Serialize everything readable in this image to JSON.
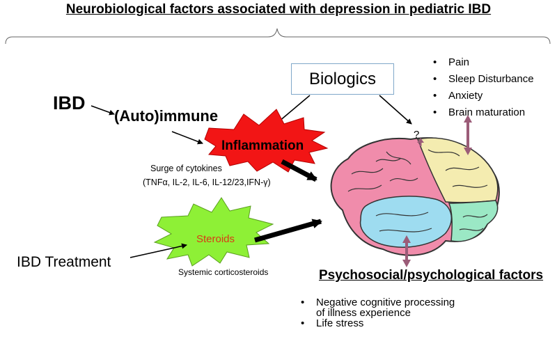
{
  "title": "Neurobiological factors associated with depression in pediatric IBD",
  "biologics": "Biologics",
  "ibd": "IBD",
  "autoimmune": "(Auto)immune",
  "inflammation": "Inflammation",
  "surge": "Surge of cytokines",
  "cytokines": "(TNFα, IL-2, IL-6, IL-12/23,IFN-γ)",
  "steroids": "Steroids",
  "ibd_treatment": "IBD Treatment",
  "systemic": "Systemic corticosteroids",
  "question": "?",
  "factors": [
    "Pain",
    "Sleep Disturbance",
    "Anxiety",
    "Brain maturation"
  ],
  "psychosocial": {
    "heading": "Psychosocial/psychological factors",
    "item1_line1": "Negative cognitive processing",
    "item1_line2": "of illness experience",
    "item2": "Life stress"
  },
  "colors": {
    "inflammation_burst": "#f21515",
    "steroid_burst": "#8ef036",
    "frontal_lobe": "#f08cab",
    "parietal_lobe": "#f4ecb0",
    "occipital_lobe": "#9be8c5",
    "temporal_lobe": "#9edcf0",
    "double_arrow": "#9b5c78",
    "biologics_border": "#7fa7c9"
  }
}
